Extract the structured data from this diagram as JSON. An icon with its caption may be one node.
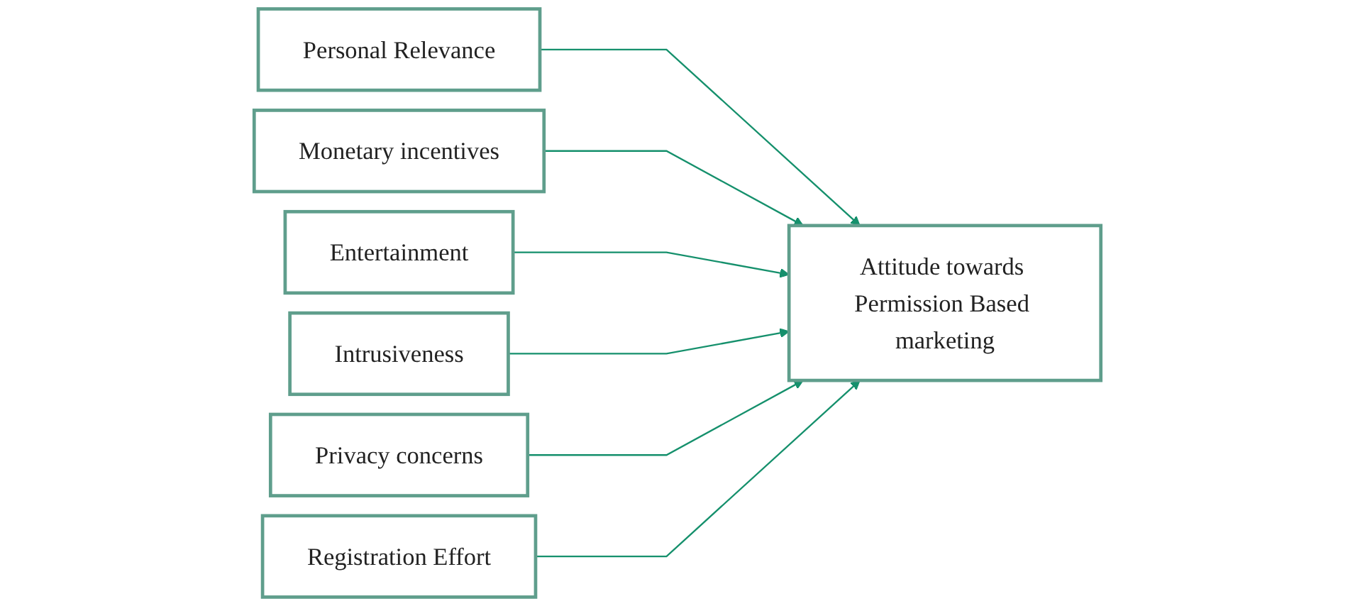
{
  "diagram": {
    "nodes": [
      {
        "text": [
          "Personal Relevance"
        ]
      },
      {
        "text": [
          "Monetary incentives"
        ]
      },
      {
        "text": [
          "Entertainment"
        ]
      },
      {
        "text": [
          "Intrusiveness"
        ]
      },
      {
        "text": [
          "Privacy concerns"
        ]
      },
      {
        "text": [
          "Registration Effort"
        ]
      },
      {
        "text": [
          "Attitude towards Permission Based marketing"
        ]
      }
    ],
    "edges": [
      {
        "from": 0,
        "to": 6,
        "arrow": "to"
      },
      {
        "from": 1,
        "to": 6,
        "arrow": "to"
      },
      {
        "from": 2,
        "to": 6,
        "arrow": "to"
      },
      {
        "from": 3,
        "to": 6,
        "arrow": "to"
      },
      {
        "from": 4,
        "to": 6,
        "arrow": "to"
      },
      {
        "from": 5,
        "to": 6,
        "arrow": "to"
      }
    ]
  }
}
